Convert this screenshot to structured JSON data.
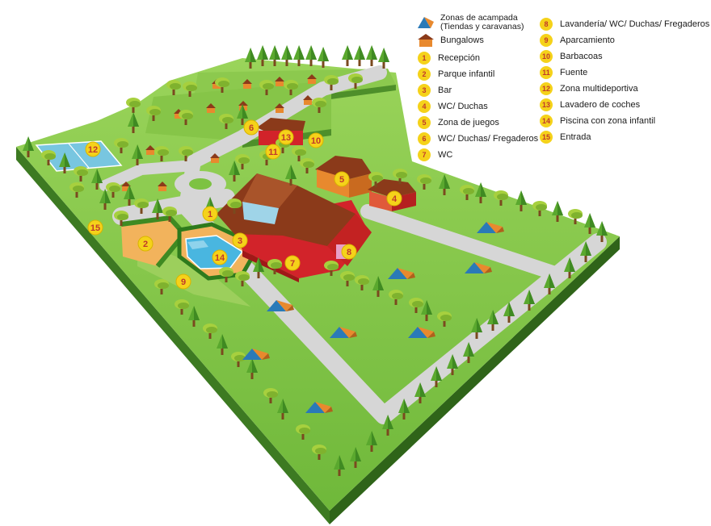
{
  "legend": {
    "camping_label": "Zonas de acampada",
    "camping_sub": "(Tiendas y caravanas)",
    "bungalows_label": "Bungalows",
    "items": [
      {
        "number": "1",
        "label": "Recepción"
      },
      {
        "number": "2",
        "label": "Parque infantil"
      },
      {
        "number": "3",
        "label": "Bar"
      },
      {
        "number": "4",
        "label": "WC/ Duchas"
      },
      {
        "number": "5",
        "label": "Zona de juegos"
      },
      {
        "number": "6",
        "label": "WC/ Duchas/ Fregaderos"
      },
      {
        "number": "7",
        "label": "WC"
      },
      {
        "number": "8",
        "label": "Lavandería/ WC/ Duchas/ Fregaderos"
      },
      {
        "number": "9",
        "label": "Aparcamiento"
      },
      {
        "number": "10",
        "label": "Barbacoas"
      },
      {
        "number": "11",
        "label": "Fuente"
      },
      {
        "number": "12",
        "label": "Zona multideportiva"
      },
      {
        "number": "13",
        "label": "Lavadero de coches"
      },
      {
        "number": "14",
        "label": "Piscina con zona infantil"
      },
      {
        "number": "15",
        "label": "Entrada"
      }
    ]
  },
  "map_markers": [
    "1",
    "2",
    "3",
    "4",
    "5",
    "6",
    "7",
    "8",
    "9",
    "10",
    "11",
    "12",
    "13",
    "14",
    "15"
  ],
  "colors": {
    "grass": "#7dc242",
    "grass_dark": "#4e8f2a",
    "path": "#d6d6d6",
    "roof": "#8b3a1a",
    "building": "#d2232a",
    "tent_blue": "#2a7ab8",
    "tent_orange": "#e8892e",
    "marker": "#f5d21a",
    "marker_text": "#c0392b",
    "pool": "#49b6e0",
    "sand": "#f2b35c"
  },
  "icons": [
    "tent-icon",
    "bungalow-icon",
    "tree-icon"
  ]
}
